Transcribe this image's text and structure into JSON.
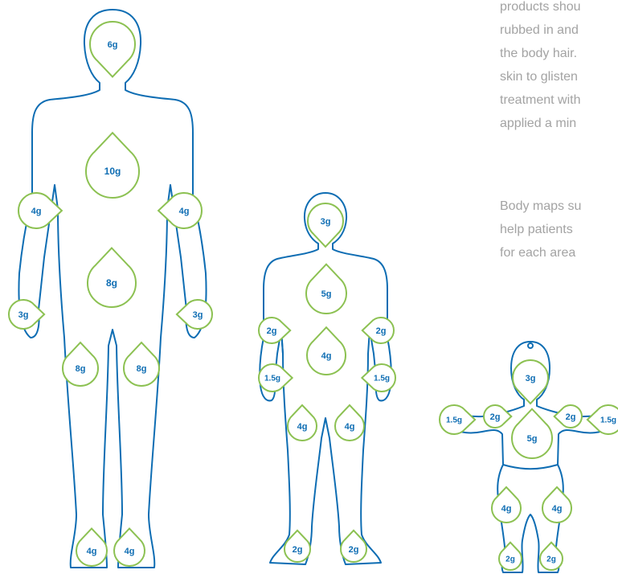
{
  "paragraph_1": {
    "lines": [
      "products shou",
      "rubbed in and",
      "the body hair.",
      "skin to glisten",
      "treatment with",
      "applied a min"
    ]
  },
  "paragraph_2": {
    "lines": [
      "Body maps su",
      "help patients",
      "for each area"
    ]
  },
  "colors": {
    "outline": "#0e6db3",
    "drop_stroke": "#8cc152",
    "text_grey": "#a3a3a3"
  },
  "adult": {
    "head": "6g",
    "chest": "10g",
    "abdomen": "8g",
    "left_arm": "4g",
    "right_arm": "4g",
    "left_hand": "3g",
    "right_hand": "3g",
    "left_thigh": "8g",
    "right_thigh": "8g",
    "left_foot": "4g",
    "right_foot": "4g"
  },
  "child": {
    "head": "3g",
    "chest": "5g",
    "abdomen": "4g",
    "left_arm": "2g",
    "right_arm": "2g",
    "left_hand": "1.5g",
    "right_hand": "1.5g",
    "left_thigh": "4g",
    "right_thigh": "4g",
    "left_foot": "2g",
    "right_foot": "2g"
  },
  "infant": {
    "head": "3g",
    "trunk": "5g",
    "left_arm": "2g",
    "right_arm": "2g",
    "left_hand": "1.5g",
    "right_hand": "1.5g",
    "left_leg": "4g",
    "right_leg": "4g",
    "left_foot": "2g",
    "right_foot": "2g"
  }
}
